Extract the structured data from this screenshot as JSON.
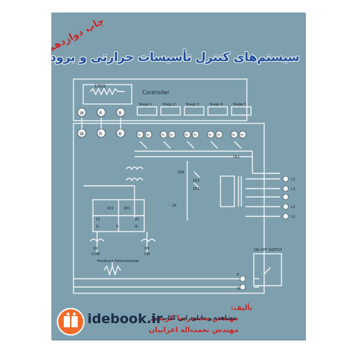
{
  "cover": {
    "edition": "چاپ دوازدهم",
    "title": "سیستم‌های کنترل تأسیسات حرارتی و برودتی",
    "authors_label": "تألیف:",
    "authors": [
      "مهندس محمدرضا کریمی",
      "مهندس نعمت‌اله اعرابیان"
    ]
  },
  "diagram": {
    "controller_label": "Controller",
    "resistor_label": "135Ω",
    "terminals": [
      "W",
      "R",
      "B"
    ],
    "stages": [
      "Stage 1",
      "Stage 2",
      "Stage 3",
      "Stage 4",
      "Stage 5"
    ],
    "contact_labels": [
      "NC",
      "NO"
    ],
    "relays": [
      "1R1",
      "1R2",
      "1R3",
      "1R4",
      "1R"
    ],
    "motor_labels": [
      "1M",
      "2M",
      "CCW",
      "CW",
      "1S",
      "2S",
      "1L",
      "2L",
      "K",
      "1R1",
      "2R1"
    ],
    "feedback_label": "Feedback Potentiometer",
    "outputs": [
      "L1",
      "L1",
      "L2",
      "L2"
    ],
    "switch_label": "ON-OFF SWITCH",
    "supply": [
      "P",
      "N"
    ]
  },
  "watermark": {
    "logo_text": "idebook.ir",
    "caption": "مشاهده و دانلود این کتاب در:"
  },
  "colors": {
    "background": "#7ea0ae",
    "title": "#1f4d9a",
    "author": "#c8282b",
    "diagram_line": "#f3f6f8",
    "badge": "#f36b29"
  }
}
